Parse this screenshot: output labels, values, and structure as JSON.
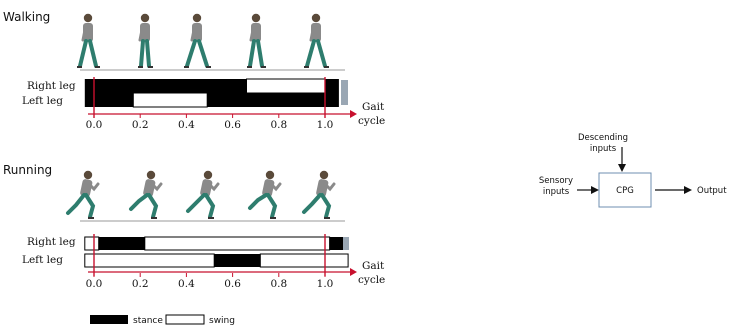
{
  "walking": {
    "title": "Walking",
    "leg_labels": [
      "Right leg",
      "Left leg"
    ],
    "right_leg": [
      {
        "phase": "stance",
        "from": -0.04,
        "to": 0.66
      },
      {
        "phase": "swing",
        "from": 0.66,
        "to": 1.0
      },
      {
        "phase": "stance",
        "from": 1.0,
        "to": 1.06
      }
    ],
    "left_leg": [
      {
        "phase": "stance",
        "from": -0.04,
        "to": 0.17
      },
      {
        "phase": "swing",
        "from": 0.17,
        "to": 0.49
      },
      {
        "phase": "stance",
        "from": 0.49,
        "to": 1.06
      }
    ],
    "figures": 5
  },
  "running": {
    "title": "Running",
    "leg_labels": [
      "Right leg",
      "Left leg"
    ],
    "right_leg": [
      {
        "phase": "swing",
        "from": -0.04,
        "to": 0.02
      },
      {
        "phase": "stance",
        "from": 0.02,
        "to": 0.22
      },
      {
        "phase": "swing",
        "from": 0.22,
        "to": 1.02
      },
      {
        "phase": "stance",
        "from": 1.02,
        "to": 1.1
      }
    ],
    "left_leg": [
      {
        "phase": "swing",
        "from": -0.04,
        "to": 0.52
      },
      {
        "phase": "stance",
        "from": 0.52,
        "to": 0.72
      },
      {
        "phase": "swing",
        "from": 0.72,
        "to": 1.1
      }
    ],
    "figures": 5
  },
  "axis": {
    "ticks": [
      "0.0",
      "0.2",
      "0.4",
      "0.6",
      "0.8",
      "1.0"
    ],
    "label_line1": "Gait",
    "label_line2": "cycle"
  },
  "legend": {
    "stance_label": "stance",
    "swing_label": "swing"
  },
  "cpg_diagram": {
    "top_input_line1": "Descending",
    "top_input_line2": "inputs",
    "left_input_line1": "Sensory",
    "left_input_line2": "inputs",
    "center": "CPG",
    "output": "Output"
  },
  "colors": {
    "marker": "#c8102e",
    "figure_shirt": "#8a8a8a",
    "figure_pants": "#2e7d6e"
  }
}
